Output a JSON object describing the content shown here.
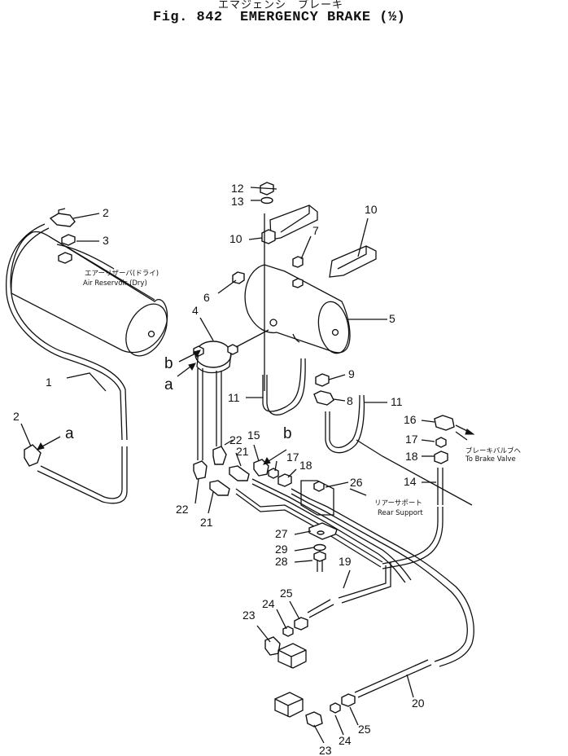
{
  "header": {
    "title_jp": "エマジェンシ　ブレーキ",
    "title_en": "Fig. 842  EMERGENCY BRAKE (½)"
  },
  "notes": {
    "air_reservoir_jp": "エアーリザーバ(ドライ)",
    "air_reservoir_en": "Air Reservoir (Dry)",
    "to_brake_valve_jp": "ブレーキバルブヘ",
    "to_brake_valve_en": "To Brake Valve",
    "rear_support_jp": "リアーサポート",
    "rear_support_en": "Rear Support"
  },
  "callouts": {
    "n1": "1",
    "n2a": "2",
    "n2b": "2",
    "n3": "3",
    "n4": "4",
    "n5": "5",
    "n6": "6",
    "n7": "7",
    "n8": "8",
    "n9": "9",
    "n10a": "10",
    "n10b": "10",
    "n11a": "11",
    "n11b": "11",
    "n12": "12",
    "n13": "13",
    "n14": "14",
    "n15": "15",
    "n16": "16",
    "n17a": "17",
    "n17b": "17",
    "n18a": "18",
    "n18b": "18",
    "n19": "19",
    "n20": "20",
    "n21a": "21",
    "n21b": "21",
    "n22a": "22",
    "n22b": "22",
    "n23a": "23",
    "n23b": "23",
    "n24a": "24",
    "n24b": "24",
    "n25a": "25",
    "n25b": "25",
    "n26": "26",
    "n27": "27",
    "n28": "28",
    "n29": "29",
    "la1": "a",
    "la2": "a",
    "lb1": "b",
    "lb2": "b"
  }
}
